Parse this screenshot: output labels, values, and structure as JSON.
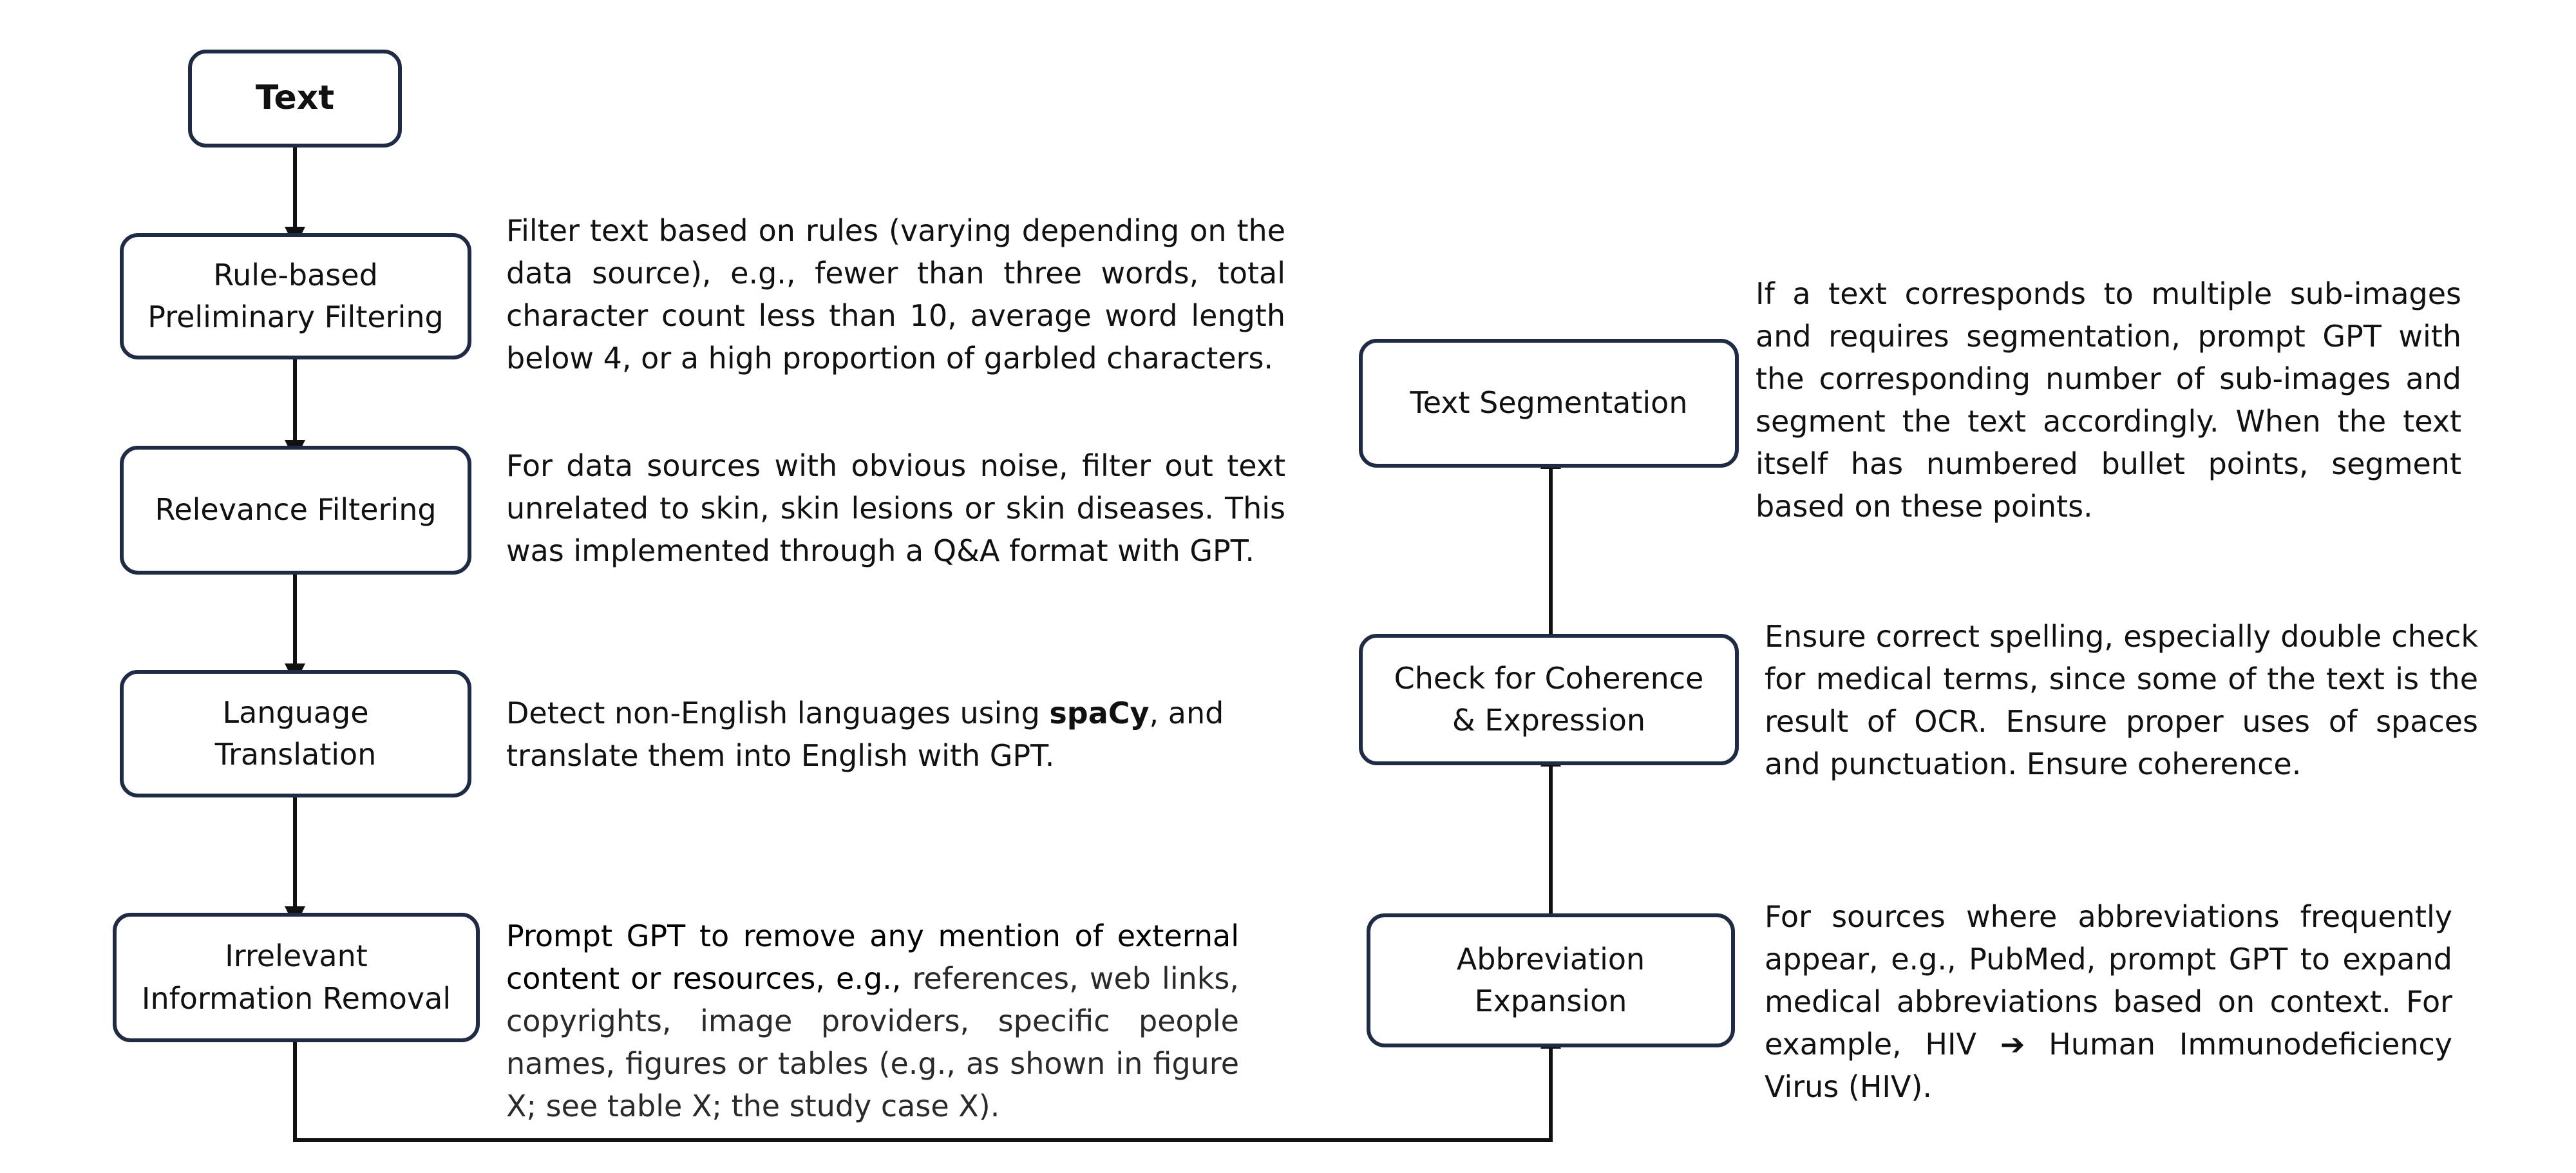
{
  "nodes": {
    "text": "Text",
    "rule_filter": "Rule-based\nPreliminary Filtering",
    "relevance": "Relevance Filtering",
    "translation": "Language\nTranslation",
    "irrelevant": "Irrelevant\nInformation Removal",
    "abbreviation": "Abbreviation\nExpansion",
    "coherence": "Check for Coherence\n& Expression",
    "segmentation": "Text Segmentation"
  },
  "descriptions": {
    "rule_filter": "Filter text based on rules (varying depending on the data source), e.g., fewer than three words, total character count less than 10, average word length below 4, or a high proportion of garbled characters.",
    "relevance": "For data sources with obvious noise, filter out text unrelated to skin, skin lesions or skin diseases. This was implemented through a Q&A format with GPT.",
    "translation": {
      "before": "Detect non-English languages using ",
      "bold": "spaCy",
      "after": ", and translate them into English with GPT."
    },
    "irrelevant": {
      "before": "Prompt GPT to remove any mention of external content or resources, e.g., ",
      "after": "references, web links, copyrights, image providers, specific people names, figures or tables (e.g., as shown in figure X; see table X; the study case X)."
    },
    "abbreviation": "For sources where abbreviations frequently appear, e.g., PubMed, prompt GPT to expand medical abbreviations based on context. For example, HIV ➔ Human Immunodeficiency Virus (HIV).",
    "coherence": "Ensure correct spelling, especially double check for medical terms, since some of the text is the result of OCR. Ensure proper uses of spaces and punctuation. Ensure coherence.",
    "segmentation": "If a text corresponds to multiple sub-images and requires segmentation, prompt GPT with the corresponding number of sub-images and segment the text accordingly. When the text itself has numbered bullet points, segment based on these points."
  },
  "colors": {
    "node_border": "#1f2a44",
    "edge": "#111111",
    "text": "#111111"
  }
}
